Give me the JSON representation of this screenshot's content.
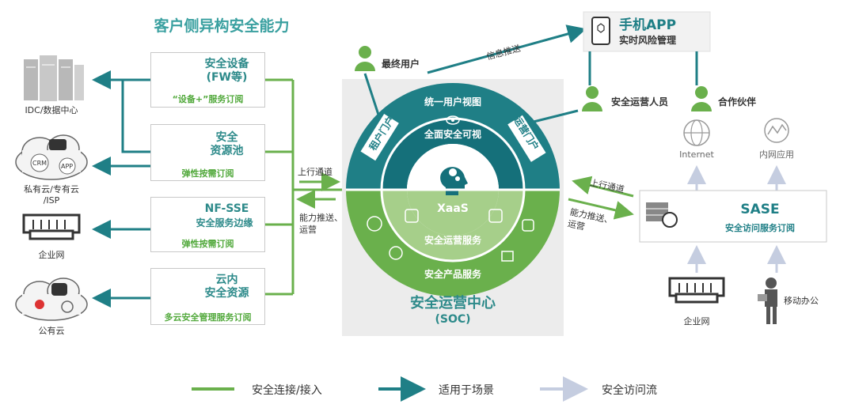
{
  "title": "客户侧异构安全能力",
  "left_items": [
    {
      "label": "IDC/数据中心"
    },
    {
      "label": "私有云/专有云\n/ISP"
    },
    {
      "label": "企业网"
    },
    {
      "label": "公有云"
    }
  ],
  "cloud_tags": {
    "crm": "CRM",
    "app": "APP"
  },
  "services": [
    {
      "title": "安全设备\n(FW等)",
      "sub": "“设备+”服务订阅"
    },
    {
      "title": "安全\n资源池",
      "sub": "弹性按需订阅"
    },
    {
      "title": "NF-SSE",
      "title2": "安全服务边缘",
      "sub": "弹性按需订阅"
    },
    {
      "title": "云内\n安全资源",
      "sub": "多云安全管理服务订阅"
    }
  ],
  "channels_left": {
    "up": "上行通道",
    "down": "能力推送、\n运营"
  },
  "channels_right": {
    "up": "上行通道",
    "down": "能力推送、\n运营"
  },
  "soc": {
    "top_band": "统一用户视图",
    "left_tab": "租户门户",
    "right_tab": "运营门户",
    "inner_top": "全面安全可视",
    "center": "XaaS",
    "inner_bottom": "安全运营服务",
    "outer_bottom": "安全产品服务",
    "title": "安全运营中心",
    "subtitle": "(SOC)"
  },
  "people": {
    "end_user": "最终用户",
    "ops_staff": "安全运营人员",
    "partner": "合作伙伴"
  },
  "info_push": "信息推送",
  "app": {
    "title": "手机APP",
    "sub": "实时风险管理"
  },
  "right_top": {
    "internet": "Internet",
    "intranet": "内网应用"
  },
  "sase": {
    "title": "SASE",
    "sub": "安全访问服务订阅"
  },
  "right_bottom": {
    "enterprise": "企业网",
    "mobile": "移动办公"
  },
  "legend": [
    {
      "label": "安全连接/接入",
      "color": "#6ab04c"
    },
    {
      "label": "适用于场景",
      "color": "#1f8a8a"
    },
    {
      "label": "安全访问流",
      "color": "#c5cde0"
    }
  ],
  "colors": {
    "green": "#6ab04c",
    "teal": "#1f7f86",
    "light_green": "#a6cf8a",
    "gray_arrow": "#c5cde0"
  }
}
